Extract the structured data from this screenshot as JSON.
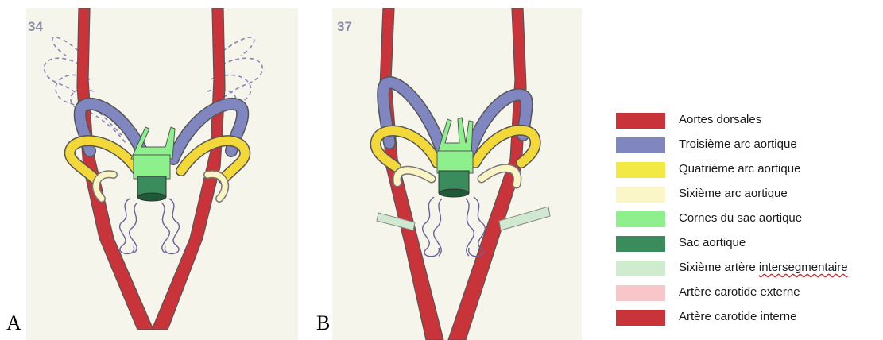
{
  "panels": [
    {
      "letter": "A",
      "stage": "34"
    },
    {
      "letter": "B",
      "stage": "37"
    }
  ],
  "colors": {
    "aorta": "#c8343a",
    "third_arch": "#7f86c0",
    "fourth_arch": "#f3d83a",
    "sixth_arch": "#fbf5c6",
    "aortic_horns": "#8ef08c",
    "aortic_sac": "#3a8c5c",
    "intersegmental": "#cfe8cf",
    "external_carotid": "#f7c6c9",
    "internal_carotid": "#c8343a",
    "outline": "#555555",
    "dashed": "#8d84b3"
  },
  "legend": {
    "items": [
      {
        "label": "Aortes dorsales",
        "color": "#c8343a"
      },
      {
        "label": "Troisième arc aortique",
        "color": "#7f86c0"
      },
      {
        "label": "Quatrième arc aortique",
        "color": "#f3e944"
      },
      {
        "label": "Sixième arc aortique",
        "color": "#fbf6c8"
      },
      {
        "label": "Cornes du sac aortique",
        "color": "#8ef08c"
      },
      {
        "label": "Sac aortique",
        "color": "#3a8c5c"
      },
      {
        "label": "Sixième artère",
        "label_b": "intersegmentaire",
        "color": "#cfeccf"
      },
      {
        "label": "Artère carotide externe",
        "color": "#f7c6c9"
      },
      {
        "label": "Artère carotide interne",
        "color": "#c8343a"
      }
    ]
  }
}
